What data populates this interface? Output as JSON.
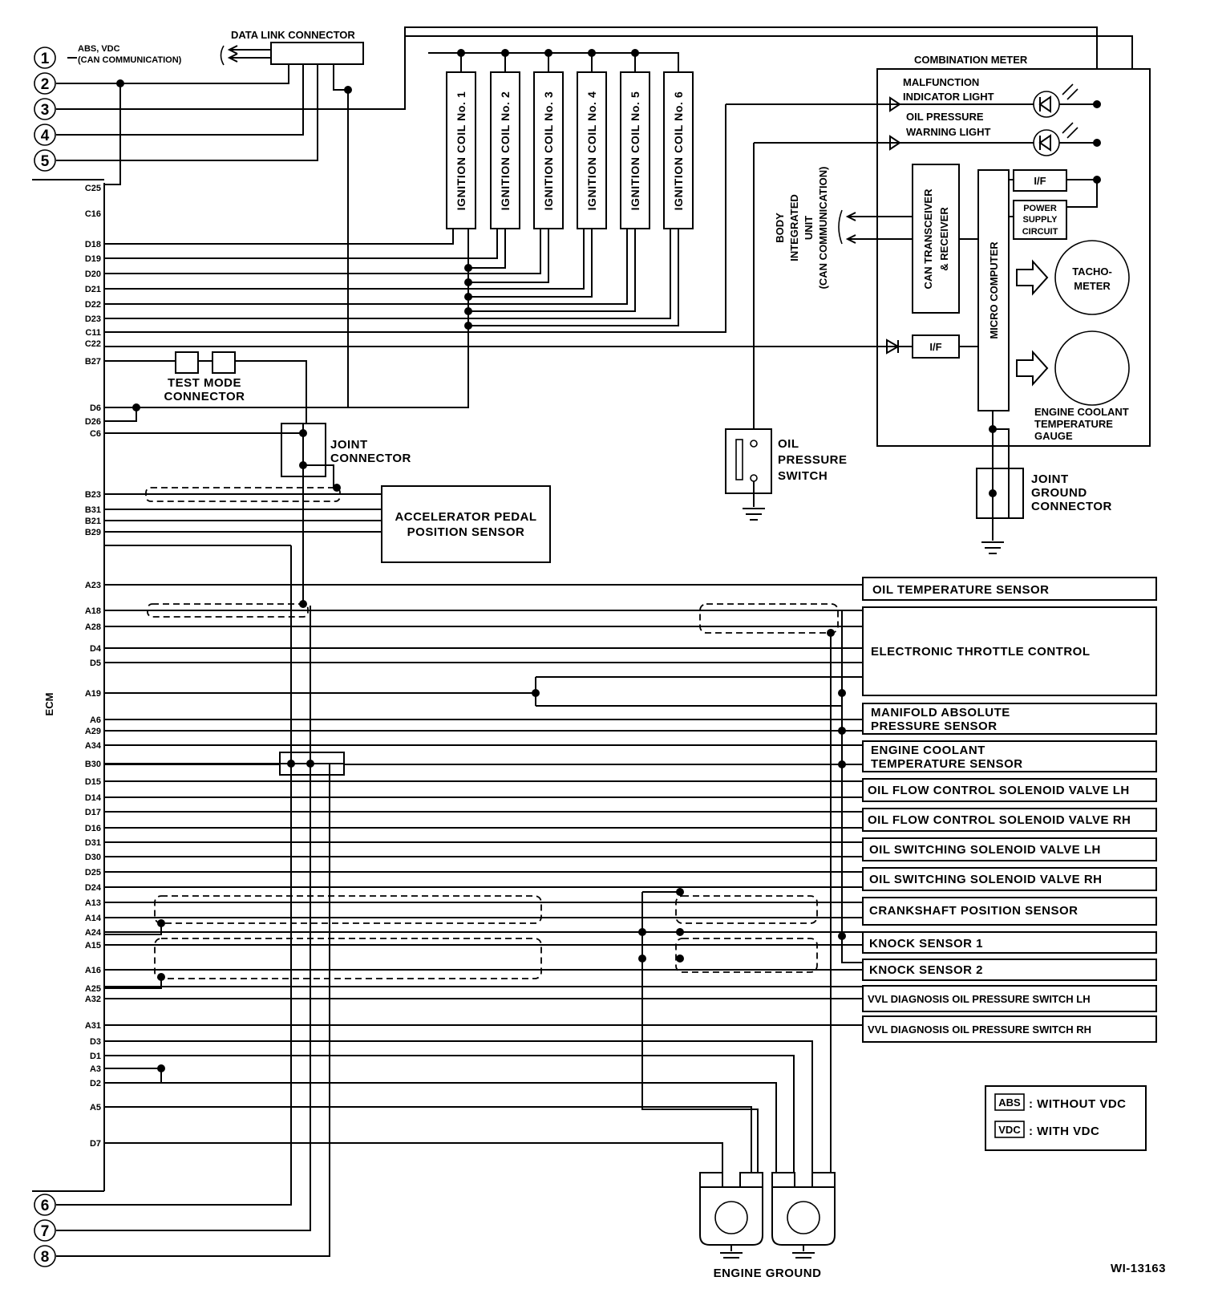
{
  "ecm": {
    "label": "ECM",
    "pins_left": [
      "C25",
      "C16",
      "D18",
      "D19",
      "D20",
      "D21",
      "D22",
      "D23",
      "C11",
      "C22",
      "B27",
      "D6",
      "D26",
      "C6",
      "B23",
      "B31",
      "B21",
      "B29",
      "A23",
      "A18",
      "A28",
      "D4",
      "D5",
      "A19",
      "A6",
      "A29",
      "A34",
      "B30",
      "D15",
      "D14",
      "D17",
      "D16",
      "D31",
      "D30",
      "D25",
      "D24",
      "A13",
      "A14",
      "A24",
      "A15",
      "A16",
      "A25",
      "A32",
      "A31",
      "D3",
      "D1",
      "A3",
      "D2",
      "A5",
      "D7"
    ]
  },
  "connectors_left": [
    "1",
    "2",
    "3",
    "4",
    "5"
  ],
  "connectors_bottom": [
    "6",
    "7",
    "8"
  ],
  "data_link_connector": {
    "label": "DATA LINK CONNECTOR",
    "note_line1": "ABS, VDC",
    "note_line2": "(CAN COMMUNICATION)"
  },
  "ignition_coils": [
    "IGNITION COIL No. 1",
    "IGNITION COIL No. 2",
    "IGNITION COIL No. 3",
    "IGNITION COIL No. 4",
    "IGNITION COIL No. 5",
    "IGNITION COIL No. 6"
  ],
  "combination_meter": {
    "title": "COMBINATION METER",
    "mil_line1": "MALFUNCTION",
    "mil_line2": "INDICATOR LIGHT",
    "oil_line1": "OIL PRESSURE",
    "oil_line2": "WARNING LIGHT",
    "if_top": "I/F",
    "psu_line1": "POWER",
    "psu_line2": "SUPPLY",
    "psu_line3": "CIRCUIT",
    "can_line1": "CAN TRANSCEIVER",
    "can_line2": "& RECEIVER",
    "micro": "MICRO COMPUTER",
    "tacho_line1": "TACHO-",
    "tacho_line2": "METER",
    "if_bottom": "I/F",
    "ect_line1": "ENGINE COOLANT",
    "ect_line2": "TEMPERATURE",
    "ect_line3": "GAUGE"
  },
  "body_unit": {
    "line1": "BODY",
    "line2": "INTEGRATED",
    "line3": "UNIT",
    "line4": "(CAN COMMUNICATION)"
  },
  "oil_pressure_switch": {
    "line1": "OIL",
    "line2": "PRESSURE",
    "line3": "SWITCH"
  },
  "joint_ground_connector": {
    "line1": "JOINT",
    "line2": "GROUND",
    "line3": "CONNECTOR"
  },
  "test_mode_connector": {
    "line1": "TEST MODE",
    "line2": "CONNECTOR"
  },
  "joint_connector": {
    "line1": "JOINT",
    "line2": "CONNECTOR"
  },
  "accelerator_sensor": {
    "line1": "ACCELERATOR PEDAL",
    "line2": "POSITION SENSOR"
  },
  "sensors_right": {
    "oil_temp": "OIL TEMPERATURE SENSOR",
    "etc": "ELECTRONIC THROTTLE CONTROL",
    "map_line1": "MANIFOLD ABSOLUTE",
    "map_line2": "PRESSURE SENSOR",
    "ect_line1": "ENGINE COOLANT",
    "ect_line2": "TEMPERATURE SENSOR",
    "ofc_lh": "OIL FLOW CONTROL SOLENOID VALVE LH",
    "ofc_rh": "OIL FLOW CONTROL SOLENOID VALVE RH",
    "osv_lh": "OIL SWITCHING SOLENOID VALVE LH",
    "osv_rh": "OIL SWITCHING SOLENOID VALVE RH",
    "ckp": "CRANKSHAFT POSITION SENSOR",
    "knock1": "KNOCK SENSOR 1",
    "knock2": "KNOCK SENSOR 2",
    "vvl_lh": "VVL DIAGNOSIS OIL PRESSURE SWITCH LH",
    "vvl_rh": "VVL DIAGNOSIS OIL PRESSURE SWITCH RH"
  },
  "legend": {
    "abs_tag": "ABS",
    "abs_text": ": WITHOUT VDC",
    "vdc_tag": "VDC",
    "vdc_text": ": WITH VDC"
  },
  "engine_ground": "ENGINE GROUND",
  "figure_id": "WI-13163"
}
